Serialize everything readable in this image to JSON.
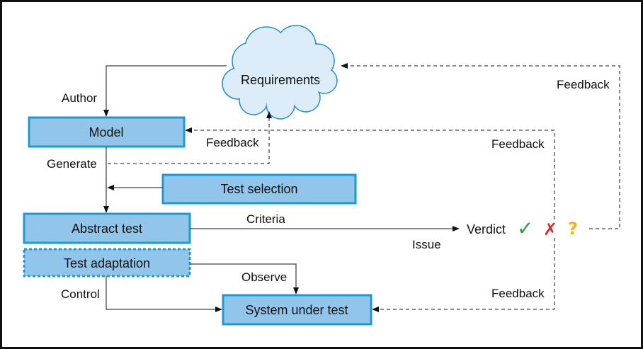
{
  "nodes": {
    "requirements": "Requirements",
    "model": "Model",
    "test_selection": "Test selection",
    "abstract_test": "Abstract test",
    "test_adaptation": "Test adaptation",
    "system_under_test": "System under test",
    "verdict": "Verdict"
  },
  "edges": {
    "author": "Author",
    "generate": "Generate",
    "feedback_model_to_requirements": "Feedback",
    "feedback_verdict_to_model": "Feedback",
    "feedback_verdict_to_requirements": "Feedback",
    "feedback_verdict_to_system": "Feedback",
    "criteria": "Criteria",
    "issue": "Issue",
    "observe": "Observe",
    "control": "Control"
  },
  "verdict_marks": {
    "pass": "✓",
    "fail": "✗",
    "inconclusive": "?"
  },
  "colors": {
    "box_fill": "#92c5ea",
    "box_border": "#1a9ad6",
    "cloud_fill": "#dcedf9",
    "cloud_stroke": "#1f8fd0",
    "pass": "#2aa13a",
    "fail": "#d62b2b",
    "inconclusive": "#f2b21c"
  }
}
